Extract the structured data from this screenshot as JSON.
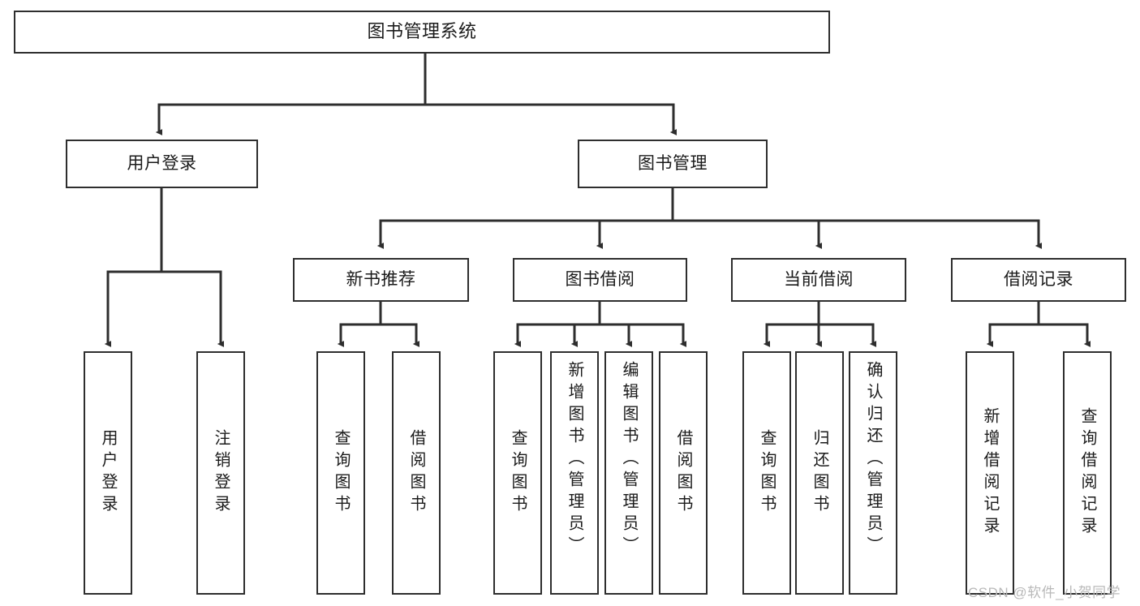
{
  "diagram": {
    "title_text": "图书管理系统",
    "type": "hierarchy-tree",
    "stroke_color": "#2e2e2e",
    "text_color": "#1b1b1b",
    "background_color": "#ffffff",
    "watermark": "CSDN @软件_小贺同学",
    "watermark_color": "#b9b9b9"
  },
  "nodes": {
    "root": {
      "label": "图书管理系统"
    },
    "level2": [
      {
        "id": "user-login",
        "label": "用户登录"
      },
      {
        "id": "book-management",
        "label": "图书管理"
      }
    ],
    "level3": [
      {
        "id": "new-book-recommend",
        "label": "新书推荐"
      },
      {
        "id": "book-borrow",
        "label": "图书借阅"
      },
      {
        "id": "current-borrow",
        "label": "当前借阅"
      },
      {
        "id": "borrow-record",
        "label": "借阅记录"
      }
    ],
    "leaves": {
      "user_login": [
        {
          "id": "leaf-user-login",
          "label": "用户登录"
        },
        {
          "id": "leaf-logout-login",
          "label": "注销登录"
        }
      ],
      "new_book_recommend": [
        {
          "id": "leaf-query-book-1",
          "label": "查询图书"
        },
        {
          "id": "leaf-borrow-book-1",
          "label": "借阅图书"
        }
      ],
      "book_borrow": [
        {
          "id": "leaf-query-book-2",
          "label": "查询图书"
        },
        {
          "id": "leaf-add-book",
          "label": "新增图书（管理员）"
        },
        {
          "id": "leaf-edit-book",
          "label": "编辑图书（管理员）"
        },
        {
          "id": "leaf-borrow-book-2",
          "label": "借阅图书"
        }
      ],
      "current_borrow": [
        {
          "id": "leaf-query-book-3",
          "label": "查询图书"
        },
        {
          "id": "leaf-return-book",
          "label": "归还图书"
        },
        {
          "id": "leaf-confirm-return",
          "label": "确认归还（管理员）"
        }
      ],
      "borrow_record": [
        {
          "id": "leaf-add-borrow-record",
          "label": "新增借阅记录"
        },
        {
          "id": "leaf-query-borrow-record",
          "label": "查询借阅记录"
        }
      ]
    }
  }
}
